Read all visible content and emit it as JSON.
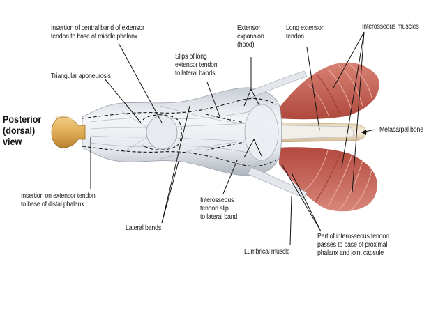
{
  "view_label": "Posterior\n(dorsal)\nview",
  "labels": {
    "central_band": "Insertion of central band of extensor\ntendon to base of middle phalanx",
    "triangular": "Triangular aponeurosis",
    "slips": "Slips of long\nextensor tendon\nto lateral bands",
    "expansion": "Extensor\nexpansion\n(hood)",
    "long_extensor": "Long extensor\ntendon",
    "interosseous_muscles": "Interosseous muscles",
    "metacarpal": "Metacarpal bone",
    "distal_insertion": "Insertion on extensor tendon\nto base of distal phalanx",
    "lateral_bands": "Lateral bands",
    "interosseous_slip": "Interosseous\ntendon slip\nto lateral band",
    "lumbrical": "Lumbrical muscle",
    "part_interosseous": "Part of interosseous tendon\npasses to base of proximal\nphalanx and joint capsule"
  },
  "colors": {
    "bone": "#d9a54a",
    "tendon": "#dfe3e8",
    "muscle": "#c55a4e",
    "leader": "#111111"
  }
}
